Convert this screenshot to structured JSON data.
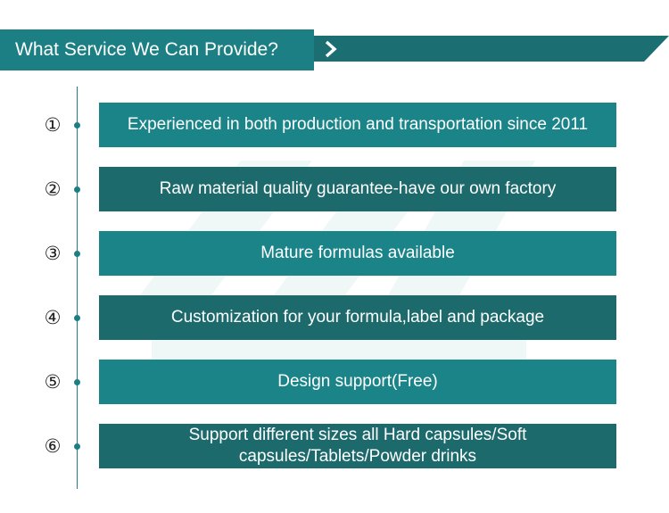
{
  "header": {
    "title": "What Service We Can Provide?",
    "arrow_icon": "chevron-right-icon"
  },
  "colors": {
    "teal_light": "#1a8489",
    "teal_dark": "#1d6a6d",
    "header_bg": "#1b7f84",
    "band_bg": "#1b6f73"
  },
  "services": [
    {
      "number": "①",
      "text": "Experienced in both production and transportation since 2011"
    },
    {
      "number": "②",
      "text": "Raw material quality guarantee-have  our own factory"
    },
    {
      "number": "③",
      "text": "Mature formulas available"
    },
    {
      "number": "④",
      "text": "Customization for your formula,label and package"
    },
    {
      "number": "⑤",
      "text": "Design support(Free)"
    },
    {
      "number": "⑥",
      "text": "Support different sizes all Hard capsules/Soft capsules/Tablets/Powder drinks"
    }
  ]
}
